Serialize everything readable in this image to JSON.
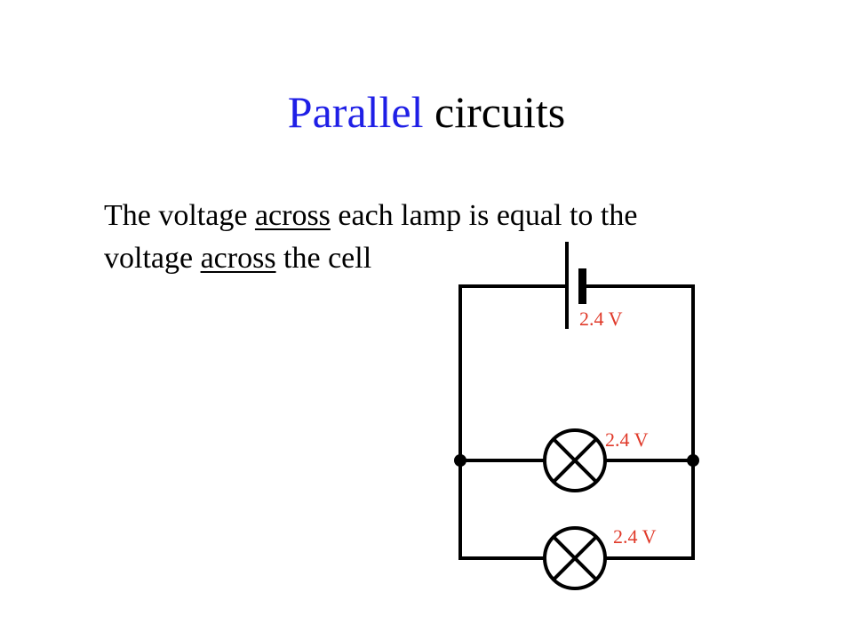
{
  "slide": {
    "title_accent": "Parallel",
    "title_rest": "circuits",
    "line1_before": "The voltage ",
    "line1_underlined": "across",
    "line1_after": " each lamp is equal to the",
    "line2_before": "voltage ",
    "line2_underlined": "across",
    "line2_after": " the cell"
  },
  "circuit": {
    "cell_voltage": "2.4 V",
    "lamp1_voltage": "2.4 V",
    "lamp2_voltage": "2.4 V"
  },
  "colors": {
    "title_accent": "#1f1fe6",
    "voltage_label": "#e03a2a",
    "wire": "#000000"
  }
}
